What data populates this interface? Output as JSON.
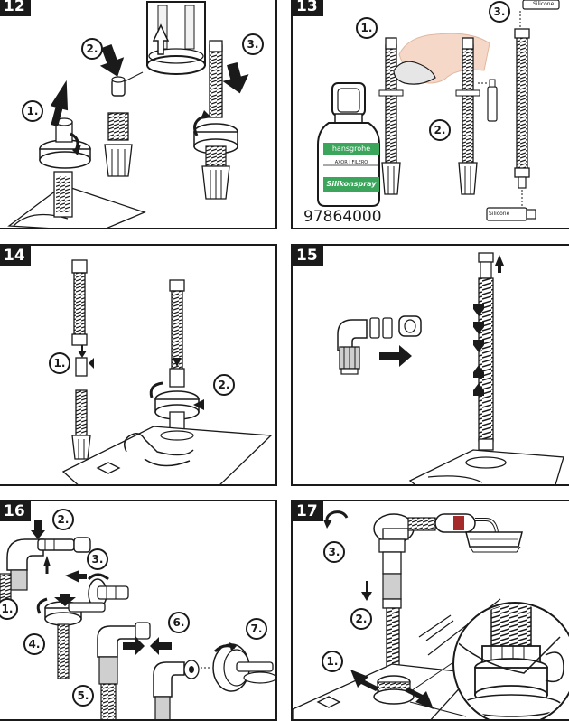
{
  "panels": [
    {
      "number": "12",
      "steps": [
        "1.",
        "2.",
        "3."
      ]
    },
    {
      "number": "13",
      "steps": [
        "1.",
        "2.",
        "3."
      ],
      "part_number": "97864000",
      "bottle": {
        "brand": "hansgrohe",
        "sub": "AXOR | FILERO",
        "label": "Silikonspray"
      },
      "silicone_label": "Silicone"
    },
    {
      "number": "14",
      "steps": [
        "1.",
        "2."
      ]
    },
    {
      "number": "15",
      "steps": []
    },
    {
      "number": "16",
      "steps": [
        "1.",
        "2.",
        "3.",
        "4.",
        "5.",
        "6.",
        "7."
      ]
    },
    {
      "number": "17",
      "steps": [
        "1.",
        "2.",
        "3."
      ]
    }
  ],
  "colors": {
    "ink": "#1a1a1a",
    "accent_green": "#3aa55b",
    "metal": "#e8e8e8"
  }
}
